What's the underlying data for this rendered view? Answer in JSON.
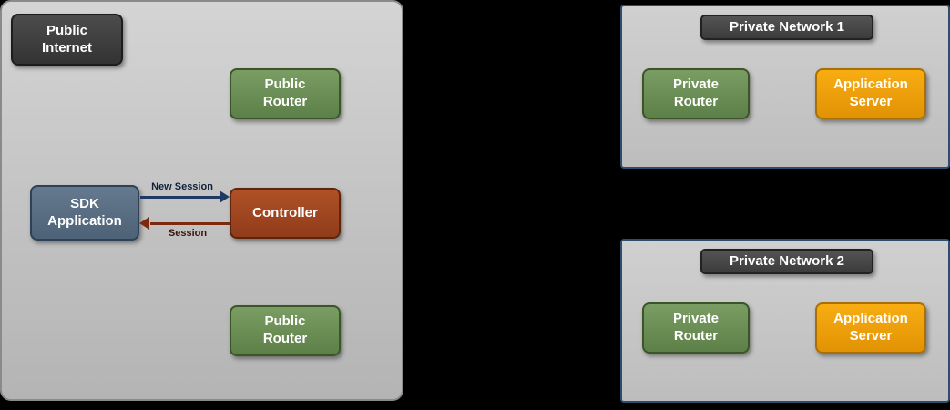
{
  "diagram": {
    "public_zone": {
      "internet_label": "Public\nInternet",
      "router_top": "Public\nRouter",
      "router_bottom": "Public\nRouter",
      "sdk_app": "SDK\nApplication",
      "controller": "Controller",
      "new_session_label": "New Session",
      "session_label": "Session"
    },
    "private_network_1": {
      "title": "Private Network 1",
      "router": "Private\nRouter",
      "app_server": "Application\nServer"
    },
    "private_network_2": {
      "title": "Private Network 2",
      "router": "Private\nRouter",
      "app_server": "Application\nServer"
    },
    "colors": {
      "background": "#000000",
      "public_zone_fill": "#c6c6c6",
      "public_zone_border": "#8a8a8a",
      "private_zone_border": "#2e4d6e",
      "dark_node": "#3f3f3f",
      "green_node": "#6e9257",
      "slate_node": "#5c7389",
      "controller_node": "#a84a24",
      "orange_node": "#f0a30a",
      "new_session_arrow": "#1f3864",
      "session_arrow": "#7b2a10"
    }
  }
}
